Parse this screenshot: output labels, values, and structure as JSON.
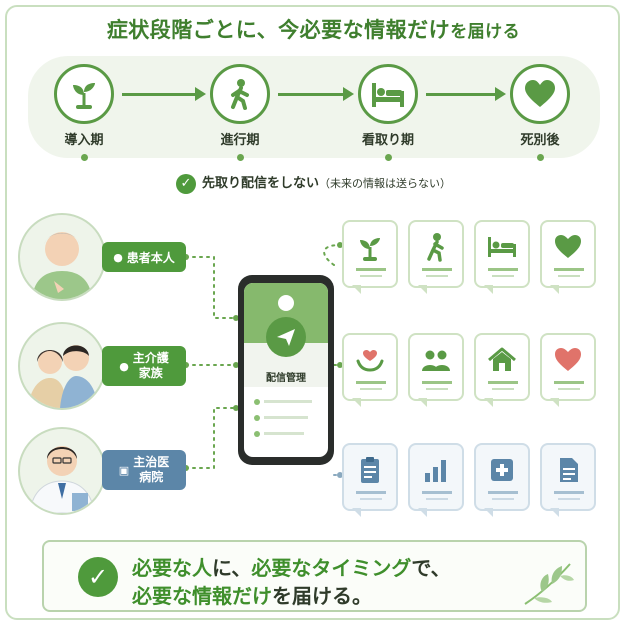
{
  "title": {
    "main": "症状段階ごとに、今必要な情報だけ",
    "suffix": "を届ける"
  },
  "stages": [
    {
      "label": "導入期",
      "icon": "sprout-icon"
    },
    {
      "label": "進行期",
      "icon": "walking-person-icon"
    },
    {
      "label": "看取り期",
      "icon": "bed-icon"
    },
    {
      "label": "死別後",
      "icon": "heart-icon"
    }
  ],
  "note": {
    "main": "先取り配信をしない",
    "sub": "（未来の情報は送らない）"
  },
  "recipients": [
    {
      "label": "患者本人"
    },
    {
      "label_1": "主介護",
      "label_2": "家族"
    },
    {
      "label_1": "主治医",
      "label_2": "病院"
    }
  ],
  "phone": {
    "label": "配信管理"
  },
  "card_rows": [
    {
      "theme": "green",
      "icons": [
        "sprout-icon",
        "walking-person-icon",
        "bed-icon",
        "heart-icon"
      ]
    },
    {
      "theme": "green",
      "icons": [
        "heart-hands-icon",
        "family-icon",
        "home-icon",
        "heart-icon"
      ]
    },
    {
      "theme": "blue",
      "icons": [
        "clipboard-icon",
        "bar-chart-icon",
        "medical-cross-icon",
        "document-icon"
      ]
    }
  ],
  "message": {
    "line1_a": "必要な人",
    "line1_b": "に、",
    "line1_c": "必要なタイミング",
    "line1_d": "で、",
    "line2_a": "必要な情報だけ",
    "line2_b": "を届ける。"
  },
  "colors": {
    "primary": "#4f9a3c",
    "dark_text": "#2f3b2a",
    "blue_card": "#cfdde7"
  }
}
